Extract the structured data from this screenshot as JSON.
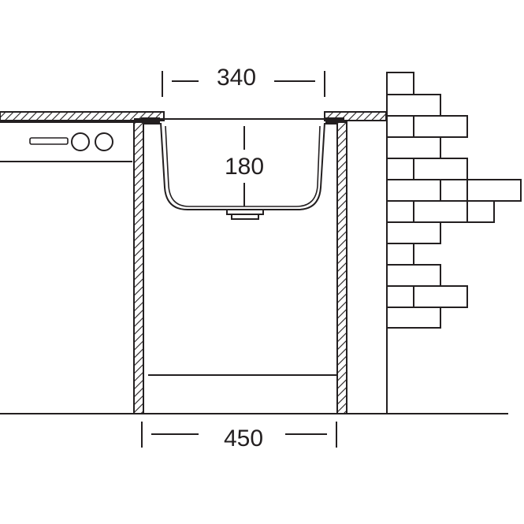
{
  "dimensions": {
    "sink_width": "340",
    "bowl_depth": "180",
    "cabinet_width": "450"
  },
  "colors": {
    "line": "#231f20",
    "background": "#ffffff"
  },
  "icons": {
    "appliance": "appliance-icon",
    "drain": "drain-icon",
    "brick_wall": "brick-wall-icon"
  }
}
